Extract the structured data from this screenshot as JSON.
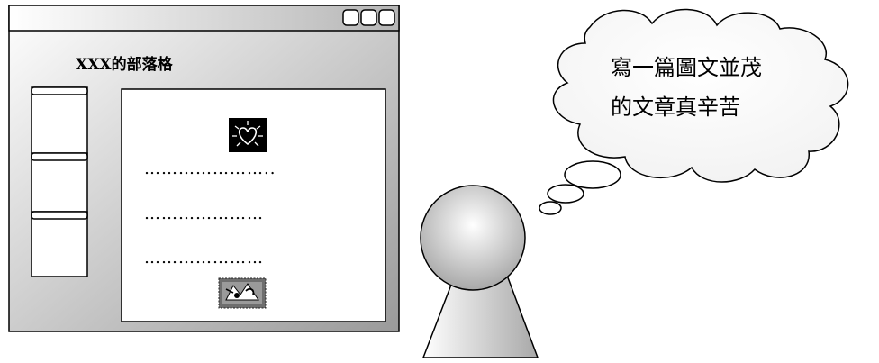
{
  "blog_window": {
    "title": "XXX的部落格",
    "title_bar_buttons": [
      "button",
      "button",
      "button"
    ],
    "sidebar_boxes": 3,
    "content_lines": [
      "…………………..",
      "…………………",
      "…………………"
    ],
    "top_image_icon": "heart-sun-icon",
    "bottom_image_icon": "postage-stamp-icon"
  },
  "thought_bubble": {
    "lines": [
      "寫一篇圖文並茂",
      "的文章真辛苦"
    ]
  },
  "figure": {
    "icon": "person-figure-icon"
  },
  "colors": {
    "window_fill_light": "#ffffff",
    "window_fill_dark": "#9a9a9a",
    "stroke": "#000000"
  }
}
